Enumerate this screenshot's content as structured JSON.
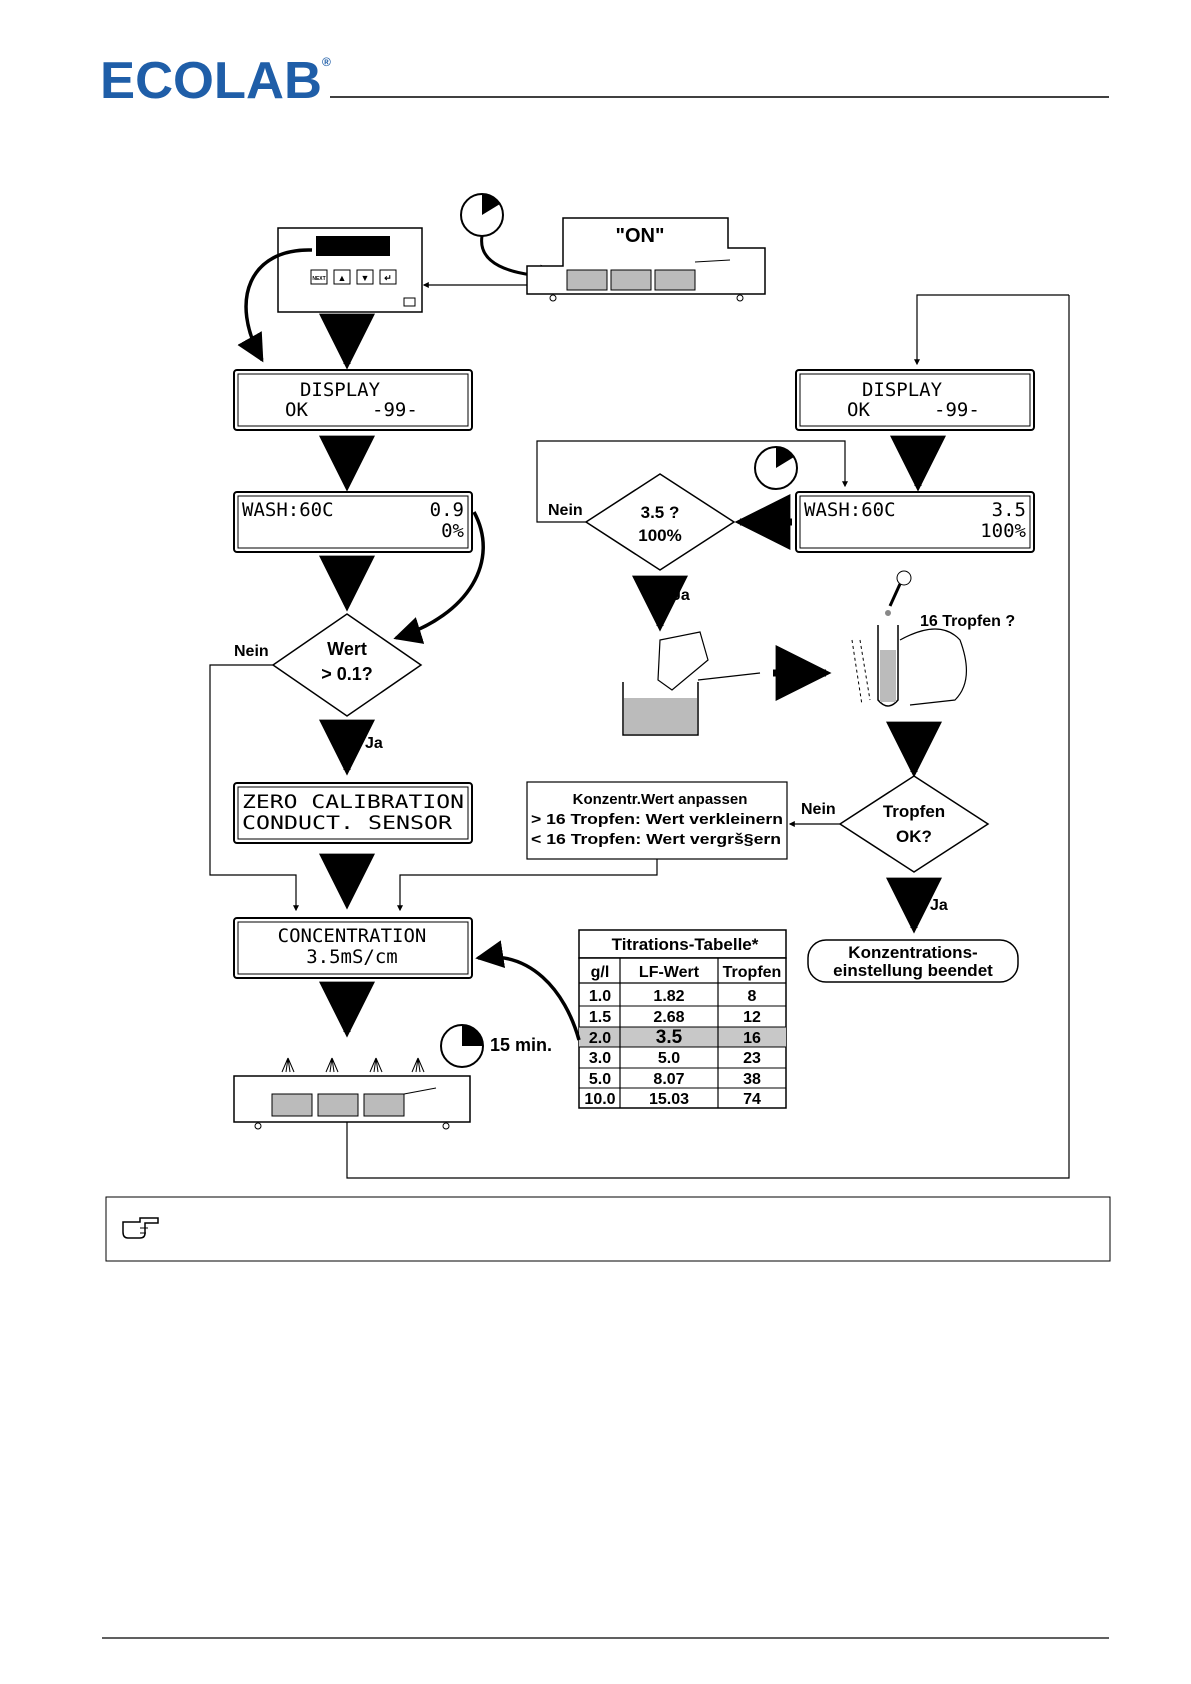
{
  "header": {
    "logo_text": "ECOLAB",
    "registered_mark": "®",
    "brand_color": "#1f5ea8"
  },
  "lcd_left": {
    "display": {
      "line1": "DISPLAY",
      "line2_left": "OK",
      "line2_right": "-99-"
    },
    "wash": {
      "line1_left": "WASH:60C",
      "line1_right": "0.9",
      "line2_right": "0%"
    },
    "zero": {
      "line1": "ZERO CALIBRATION",
      "line2": "CONDUCT. SENSOR"
    },
    "concentration": {
      "line1": "CONCENTRATION",
      "line2": "3.5mS/cm"
    }
  },
  "lcd_right": {
    "display": {
      "line1": "DISPLAY",
      "line2_left": "OK",
      "line2_right": "-99-"
    },
    "wash": {
      "line1_left": "WASH:60C",
      "line1_right": "3.5",
      "line2_right": "100%"
    }
  },
  "machine": {
    "on_label": "\"ON\"",
    "key_labels": [
      "NEXT",
      "▲",
      "▼",
      "↵"
    ]
  },
  "decisions": {
    "wert": {
      "line1": "Wert",
      "line2": "> 0.1?",
      "no": "Nein",
      "yes": "Ja"
    },
    "check": {
      "line1": "3.5 ?",
      "line2": "100%",
      "no": "Nein",
      "yes": "Ja"
    },
    "tropfen": {
      "line1": "Tropfen",
      "line2": "OK?",
      "no": "Nein",
      "yes": "Ja"
    }
  },
  "drops_question": "16 Tropfen ?",
  "adjust_box": {
    "title": "Konzentr.Wert anpassen",
    "line1": "> 16 Tropfen: Wert verkleinern",
    "line2": "< 16 Tropfen: Wert vergrš§ern"
  },
  "end_box": {
    "line1": "Konzentrations-",
    "line2": "einstellung beendet"
  },
  "timer_label": "15 min.",
  "table": {
    "title": "Titrations-Tabelle*",
    "headers": [
      "g/l",
      "LF-Wert",
      "Tropfen"
    ],
    "rows": [
      [
        "1.0",
        "1.82",
        "8"
      ],
      [
        "1.5",
        "2.68",
        "12"
      ],
      [
        "2.0",
        "3.5",
        "16"
      ],
      [
        "3.0",
        "5.0",
        "23"
      ],
      [
        "5.0",
        "8.07",
        "38"
      ],
      [
        "10.0",
        "15.03",
        "74"
      ]
    ],
    "highlight_row": 2,
    "highlight_color": "#c8c8c8"
  },
  "note": {
    "icon": "pointing-hand-icon"
  }
}
